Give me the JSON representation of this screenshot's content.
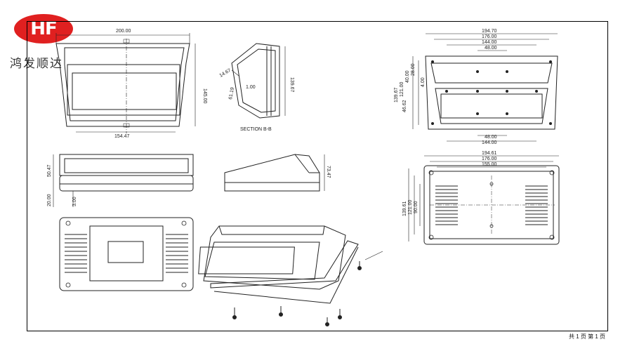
{
  "brand": {
    "logo_text": "HF",
    "name": "鸿发顺达"
  },
  "footer": {
    "page_info": "共 1 页  第 1 页"
  },
  "views": {
    "front": {
      "width_top": "200.00",
      "width_bottom": "154.47",
      "height": "145.00"
    },
    "section": {
      "title": "SECTION B-B",
      "dim_a": "14.67",
      "dim_b": "1.00",
      "dim_c": "61.19",
      "height": "139.67"
    },
    "top_right": {
      "widths": [
        "194.70",
        "176.00",
        "144.00",
        "48.00"
      ],
      "bottom_widths": [
        "48.00",
        "144.00"
      ],
      "heights_left": [
        "139.67",
        "121.00",
        "40.00",
        "28.00",
        "46.62",
        "4.00"
      ]
    },
    "bottom_right": {
      "widths": [
        "194.61",
        "176.00",
        "155.00"
      ],
      "heights_left": [
        "139.61",
        "121.00",
        "90.00"
      ]
    },
    "side_left": {
      "height": "50.47",
      "bottom_h": "20.00",
      "wall": "3.00"
    },
    "side_right": {
      "height": "73.47"
    }
  }
}
